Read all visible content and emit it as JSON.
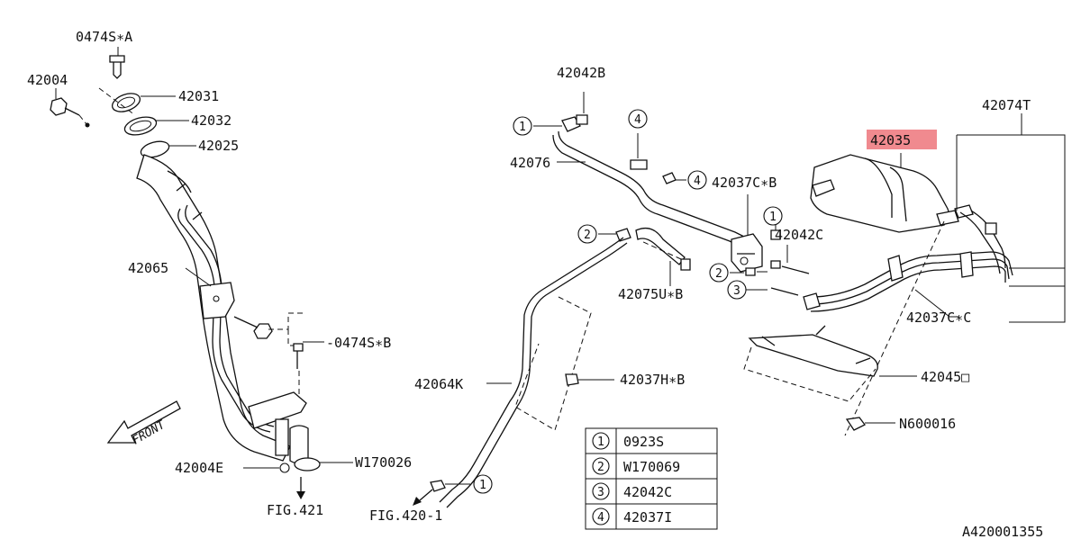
{
  "parts": {
    "p0474S_A": "0474S∗A",
    "p42004": "42004",
    "p42031": "42031",
    "p42032": "42032",
    "p42025": "42025",
    "p42065": "42065",
    "p0474S_B": "-0474S∗B",
    "p42004E": "42004E",
    "pW170026": "W170026",
    "pFIG421": "FIG.421",
    "pFIG4201": "FIG.420-1",
    "p42042B": "42042B",
    "p42076": "42076",
    "p42037C_B": "42037C∗B",
    "p42042C": "42042C",
    "p42075U_B": "42075U∗B",
    "p42064K": "42064K",
    "p42037H_B": "42037H∗B",
    "p42035": "42035",
    "p42074T": "42074T",
    "p42037C_C": "42037C∗C",
    "p42045D": "42045□",
    "pN600016": "N600016",
    "p_front": "FRONT"
  },
  "callouts": {
    "n1": "1",
    "n2": "2",
    "n3": "3",
    "n4": "4"
  },
  "legend": [
    {
      "num": "1",
      "part": "0923S"
    },
    {
      "num": "2",
      "part": "W170069"
    },
    {
      "num": "3",
      "part": "42042C"
    },
    {
      "num": "4",
      "part": "42037I"
    }
  ],
  "diagram_id": "A420001355",
  "colors": {
    "highlight": "#f08a8f",
    "ink": "#111111"
  }
}
